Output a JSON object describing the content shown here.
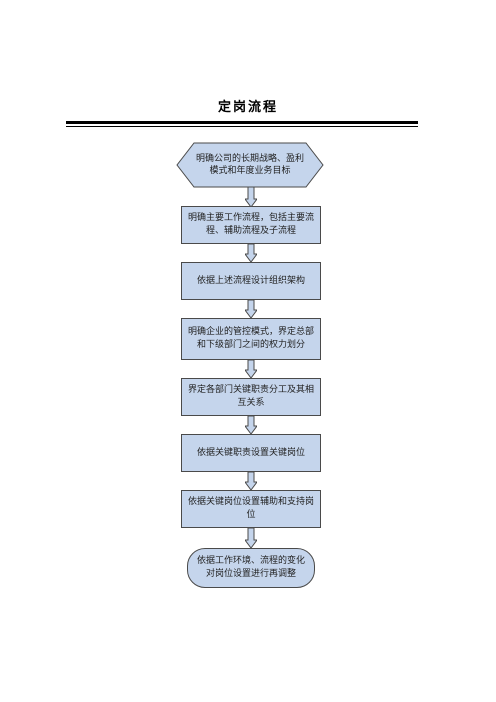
{
  "page": {
    "title": "定岗流程"
  },
  "steps": [
    {
      "text": "明确公司的长期战略、盈利模式和年度业务目标"
    },
    {
      "text": "明确主要工作流程，包括主要流程、辅助流程及子流程"
    },
    {
      "text": "依据上述流程设计组织架构"
    },
    {
      "text": "明确企业的管控模式，界定总部和下级部门之间的权力划分"
    },
    {
      "text": "界定各部门关键职责分工及其相互关系"
    },
    {
      "text": "依据关键职责设置关键岗位"
    },
    {
      "text": "依据关键岗位设置辅助和支持岗位"
    },
    {
      "text": "依据工作环境、流程的变化对岗位设置进行再调整"
    }
  ],
  "colors": {
    "node_fill": "#c5d5ec",
    "node_border": "#4a4a4a",
    "arrow_fill": "#c5d5ec"
  }
}
